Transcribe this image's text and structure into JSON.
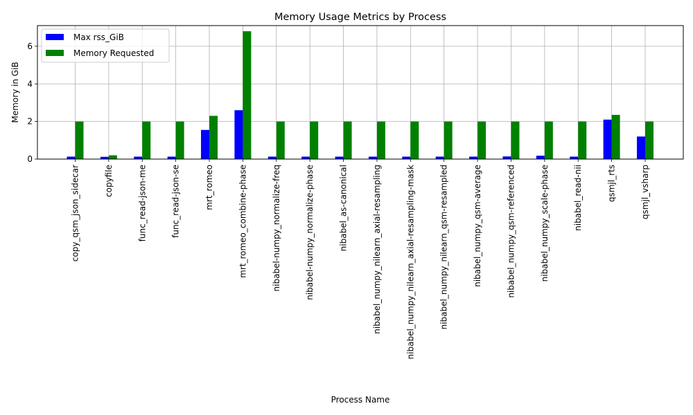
{
  "chart_data": {
    "type": "bar",
    "title": "Memory Usage Metrics by Process",
    "xlabel": "Process Name",
    "ylabel": "Memory in GiB",
    "ylim": [
      0,
      7.1
    ],
    "yticks": [
      0,
      2,
      4,
      6
    ],
    "grid": true,
    "legend_position": "upper-left",
    "categories": [
      "copy_qsm_json_sidecar",
      "copyfile",
      "func_read-json-me",
      "func_read-json-se",
      "mrt_romeo",
      "mrt_romeo_combine-phase",
      "nibabel-numpy_normalize-freq",
      "nibabel-numpy_normalize-phase",
      "nibabel_as-canonical",
      "nibabel_numpy_nilearn_axial-resampling",
      "nibabel_numpy_nilearn_axial-resampling-mask",
      "nibabel_numpy_nilearn_qsm-resampled",
      "nibabel_numpy_qsm-average",
      "nibabel_numpy_qsm-referenced",
      "nibabel_numpy_scale-phase",
      "nibabel_read-nii",
      "qsmjl_rts",
      "qsmjl_vsharp"
    ],
    "series": [
      {
        "name": "Max rss_GiB",
        "color": "#0000ff",
        "values": [
          0.13,
          0.12,
          0.13,
          0.13,
          1.55,
          2.6,
          0.13,
          0.13,
          0.13,
          0.13,
          0.13,
          0.13,
          0.13,
          0.14,
          0.18,
          0.13,
          2.1,
          1.2
        ]
      },
      {
        "name": "Memory Requested",
        "color": "#008000",
        "values": [
          2.0,
          0.2,
          2.0,
          2.0,
          2.3,
          6.8,
          2.0,
          2.0,
          2.0,
          2.0,
          2.0,
          2.0,
          2.0,
          2.0,
          2.0,
          2.0,
          2.35,
          2.0
        ]
      }
    ]
  }
}
